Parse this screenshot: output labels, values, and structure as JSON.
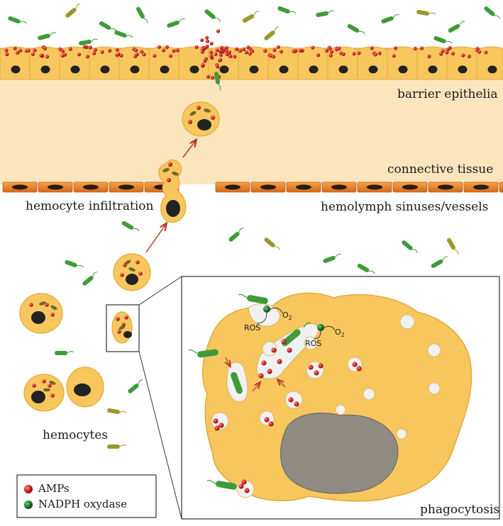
{
  "labels": {
    "barrier_epithelia": "barrier epithelia",
    "connective_tissue": "connective tissue",
    "hemocyte_infiltration": "hemocyte infiltration",
    "hemolymph_sinuses": "hemolymph sinuses/vessels",
    "hemocytes": "hemocytes",
    "phagocytosis": "phagocytosis",
    "ros_1": "ROS",
    "o2_1": "O",
    "o2_1_sub": "2",
    "ros_2": "ROS",
    "o2_2": "O",
    "o2_2_sub": "2"
  },
  "legend": {
    "items": [
      {
        "label": "AMPs",
        "color": "#d42a2a",
        "icon": "amp-dot"
      },
      {
        "label": "NADPH oxydase",
        "color": "#1e7a2e",
        "icon": "nadph-dot"
      }
    ]
  },
  "colors": {
    "cell_fill": "#f7c75e",
    "cell_stroke": "#e2a93a",
    "connective_tissue": "#fbe5bd",
    "vessel": "#e8852a",
    "nucleus": "#222222",
    "amp": "#d42a2a",
    "nadph": "#1e7a2e",
    "bacteria": "#3f9b3a",
    "bacteria_alt": "#9a9a2a",
    "vacuole": "#f1f1f1",
    "large_nucleus": "#8f8a82"
  }
}
